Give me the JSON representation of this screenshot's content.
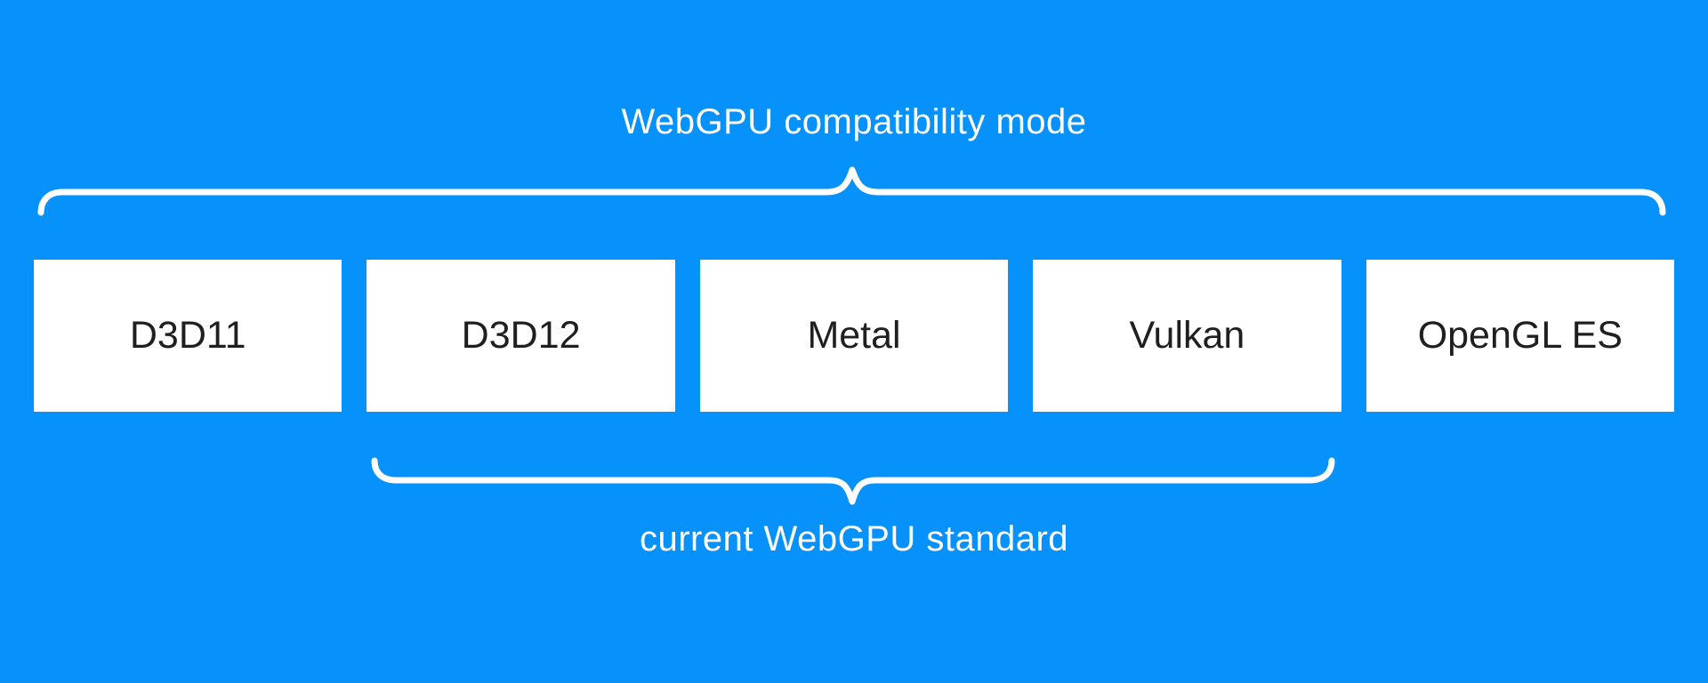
{
  "diagram": {
    "top_group": {
      "label": "WebGPU compatibility mode"
    },
    "bottom_group": {
      "label": "current WebGPU standard"
    },
    "apis": [
      {
        "label": "D3D11"
      },
      {
        "label": "D3D12"
      },
      {
        "label": "Metal"
      },
      {
        "label": "Vulkan"
      },
      {
        "label": "OpenGL ES"
      }
    ]
  },
  "colors": {
    "background": "#0791fa",
    "box-bg": "#ffffff",
    "box-text": "#1f1f1f",
    "brace": "#ffffff",
    "label-text": "#ffffff"
  }
}
